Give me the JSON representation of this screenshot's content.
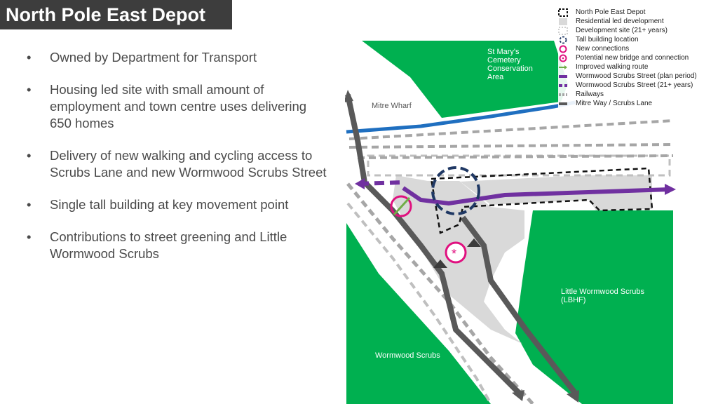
{
  "slide": {
    "title": "North Pole East Depot",
    "bullets": [
      "Owned by Department for Transport",
      "Housing led site with small amount of employment and town centre uses delivering 650 homes",
      "Delivery of new walking and cycling access to Scrubs Lane and new Wormwood Scrubs Street",
      "Single tall building at key movement point",
      "Contributions to street greening and Little Wormwood Scrubs"
    ],
    "bullet_glyph": "•"
  },
  "legend": [
    {
      "icon": "dashed-black-boundary",
      "label": "North Pole East Depot"
    },
    {
      "icon": "light-grey-square",
      "label": "Residential led development"
    },
    {
      "icon": "white-dashed-square",
      "label": "Development site (21+ years)"
    },
    {
      "icon": "navy-dashed-circle",
      "label": "Tall building location"
    },
    {
      "icon": "pink-circle",
      "label": "New connections"
    },
    {
      "icon": "pink-circle-with-dot",
      "label": "Potential new bridge and connection"
    },
    {
      "icon": "green-arrow",
      "label": "Improved walking route"
    },
    {
      "icon": "purple-solid-line",
      "label": "Wormwood Scrubs Street (plan period)"
    },
    {
      "icon": "purple-dashed-line",
      "label": "Wormwood Scrubs Street (21+ years)"
    },
    {
      "icon": "grey-dashed-line",
      "label": "Railways"
    },
    {
      "icon": "dark-grey-line",
      "label": "Mitre Way / Scrubs Lane"
    }
  ],
  "map_labels": {
    "st_marys": "St Mary's\nCemetery\nConservation\nArea",
    "mitre_wharf": "Mitre Wharf",
    "little_wormwood": "Little Wormwood Scrubs\n(LBHF)",
    "wormwood_scrubs": "Wormwood Scrubs"
  },
  "colors": {
    "title_bg": "#3d3d3d",
    "green_space": "#00b050",
    "residential": "#d9d9d9",
    "purple": "#7030a0",
    "pink": "#e0107f",
    "navy": "#1f3864",
    "blue_river": "#1f6fc0",
    "road": "#595959",
    "rail": "#a6a6a6",
    "walk_green": "#70ad47"
  }
}
